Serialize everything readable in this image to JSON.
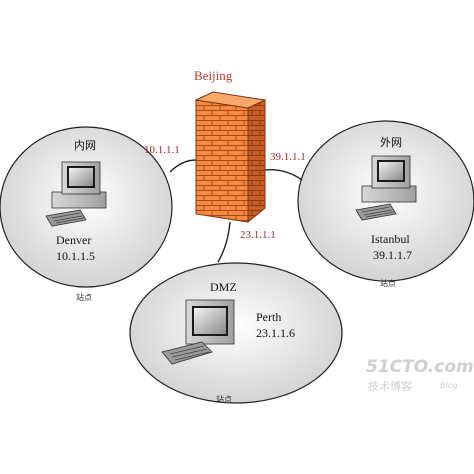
{
  "firewall": {
    "name": "Beijing",
    "color": "#f07a30"
  },
  "interfaces": {
    "inside": "10.1.1.1",
    "outside": "39.1.1.1",
    "dmz": "23.1.1.1",
    "color": "#b03030"
  },
  "zones": {
    "inside": {
      "label": "内网",
      "host": "Denver",
      "ip": "10.1.1.5",
      "site": "站点"
    },
    "outside": {
      "label": "外网",
      "host": "Istanbul",
      "ip": "39.1.1.7",
      "site": "站点"
    },
    "dmz": {
      "label": "DMZ",
      "host": "Perth",
      "ip": "23.1.1.6",
      "site": "站点"
    }
  },
  "watermark": {
    "brand": "51CTO.com",
    "sub": "技术博客",
    "blog": "Blog"
  }
}
